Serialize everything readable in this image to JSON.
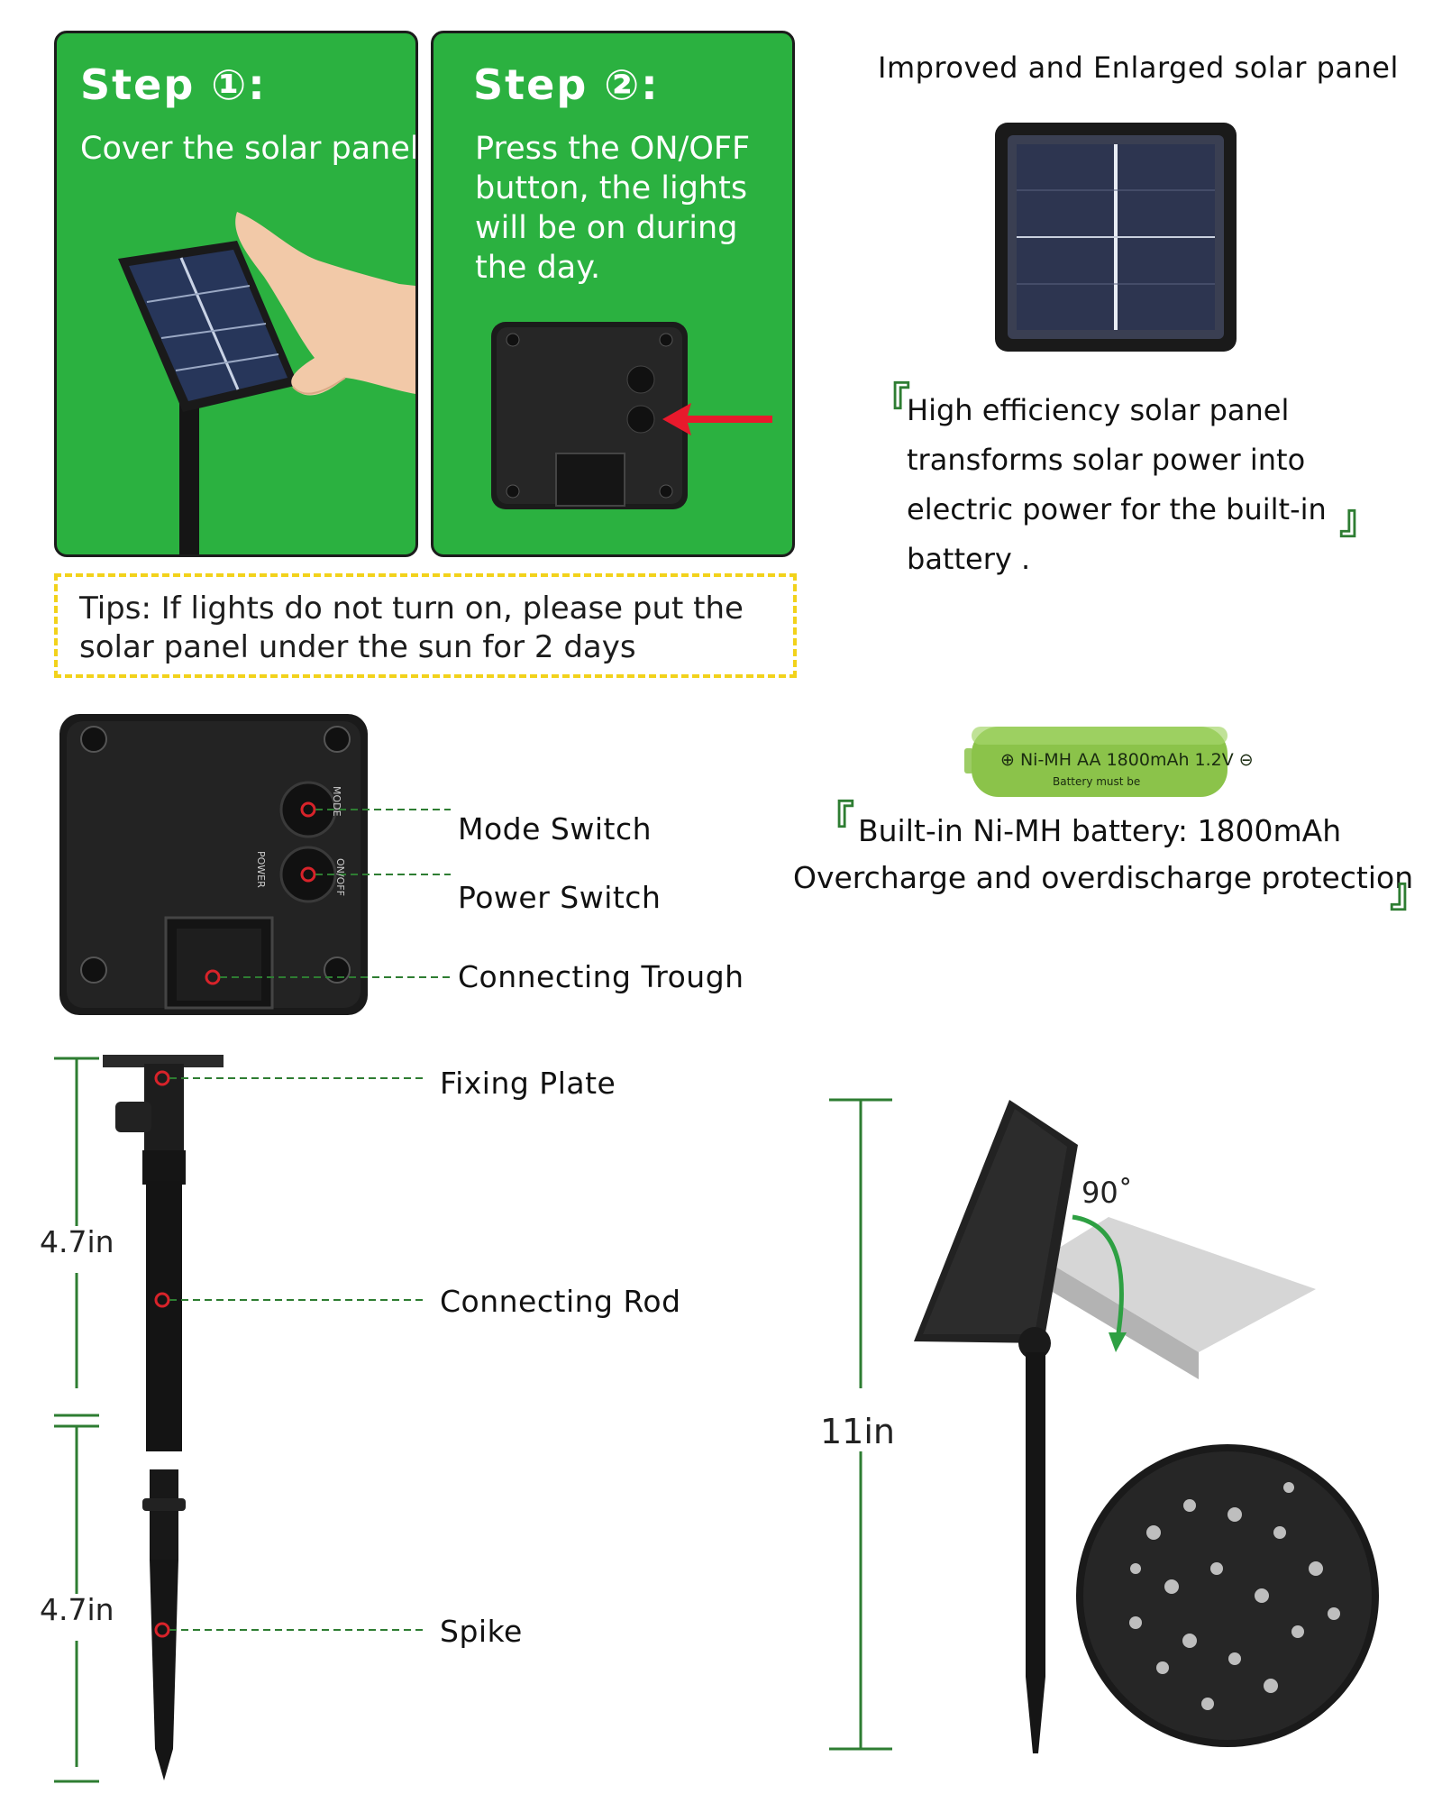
{
  "step1": {
    "title": "Step ①:",
    "text": "Cover the solar panel"
  },
  "step2": {
    "title": "Step ②:",
    "text": "Press the ON/OFF button, the lights will be on during the day."
  },
  "tips": "Tips: If lights do not turn on, please put the solar panel under the sun for 2 days",
  "panel": {
    "title": "Improved and Enlarged solar panel",
    "open_bracket": "『",
    "close_bracket": "』",
    "description": "High efficiency solar panel transforms solar power into electric power for the built-in battery ."
  },
  "battery": {
    "label": "⊕ Ni-MH  AA 1800mAh 1.2V ⊖",
    "small_text": "Battery must be",
    "line1": "Built-in Ni-MH battery: 1800mAh",
    "line2": "Overcharge and overdischarge protection",
    "open_bracket": "『",
    "close_bracket": "』"
  },
  "box_labels": {
    "mode_switch": "Mode Switch",
    "power_switch": "Power Switch",
    "connecting_trough": "Connecting Trough",
    "mode_print": "MODE",
    "power_print": "POWER",
    "onoff_print": "ON/OFF"
  },
  "stake": {
    "fixing_plate": "Fixing Plate",
    "connecting_rod": "Connecting Rod",
    "spike": "Spike",
    "upper_length": "4.7in",
    "lower_length": "4.7in"
  },
  "assembled": {
    "height": "11in",
    "angle": "90˚"
  },
  "colors": {
    "card_green": "#2bb140",
    "tips_yellow": "#f2d21b",
    "guide_green": "#2e7d32",
    "marker_red": "#d8232a",
    "arrow_red": "#e8192c"
  },
  "icons": [
    "hand-icon",
    "red-arrow-icon",
    "rotation-arrow-icon"
  ]
}
